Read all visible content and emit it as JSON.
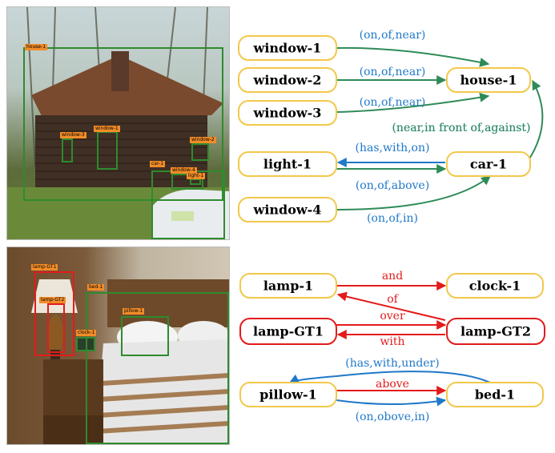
{
  "image_tags": {
    "house": {
      "house_1": "house-1",
      "window_3": "window-3",
      "window_1": "window-1",
      "window_2": "window-2",
      "car_1": "car-1",
      "window_4": "window-4",
      "light_1": "light-1"
    },
    "bedroom": {
      "lamp_gt1": "lamp-GT1",
      "lamp_gt2": "lamp-GT2",
      "bed_1": "bed-1",
      "pillow_1": "pillow-1",
      "clock_1": "clock-1"
    }
  },
  "graph_top": {
    "nodes": {
      "window_1": "window-1",
      "window_2": "window-2",
      "window_3": "window-3",
      "house_1": "house-1",
      "light_1": "light-1",
      "car_1": "car-1",
      "window_4": "window-4"
    },
    "edges": {
      "w1_house": "(on,of,near)",
      "w2_house": "(on,of,near)",
      "w3_house": "(on,of,near)",
      "car_house_1": "(near,in front of,against)",
      "car_house_2": "(near,in front of,against)",
      "car_light": "(has,with,on)",
      "light_car": "(on,of,above)",
      "w4_car": "(on,of,in)"
    }
  },
  "graph_bottom": {
    "nodes": {
      "lamp_1": "lamp-1",
      "clock_1": "clock-1",
      "lamp_gt1": "lamp-GT1",
      "lamp_gt2": "lamp-GT2",
      "pillow_1": "pillow-1",
      "bed_1": "bed-1"
    },
    "edges": {
      "lamp_clock": "and",
      "clock_lamp": "of",
      "gt1_gt2": "over",
      "gt2_gt1": "with",
      "bed_pillow": "(has,with,under)",
      "pillow_bed_red": "above",
      "pillow_bed_blue": "(on,obove,in)"
    }
  },
  "colors": {
    "node_border": "#f2c84b",
    "gt_border": "#e31b1b",
    "green_edge": "#2e8b57",
    "blue_edge": "#1f78c8",
    "red_edge": "#e31b1b",
    "bbox_green": "#2e8b2e",
    "tag_orange": "#f28c28"
  }
}
